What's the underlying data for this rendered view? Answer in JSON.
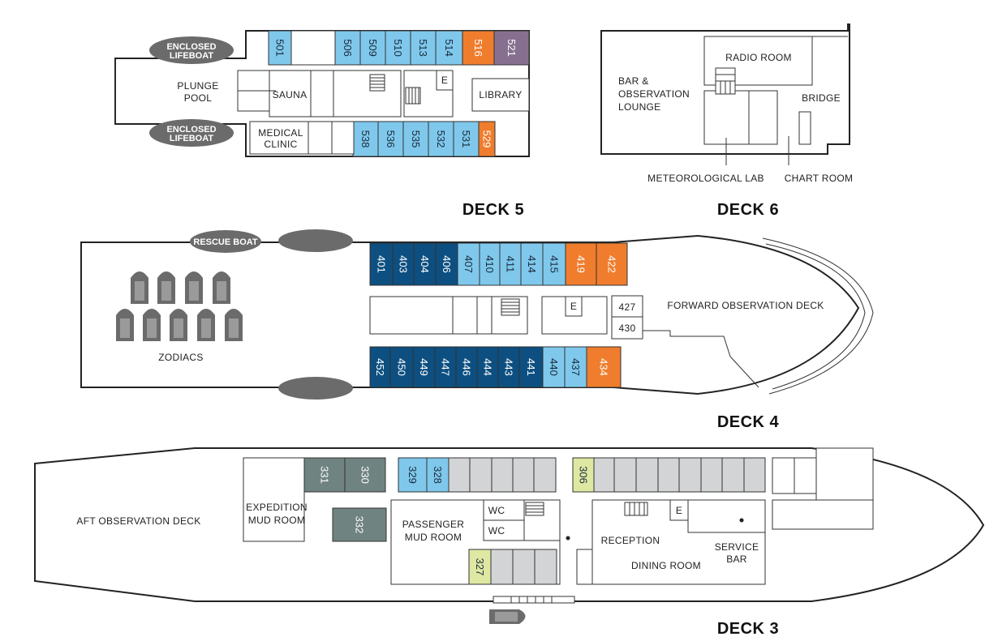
{
  "colors": {
    "light_blue": "#7fc8ec",
    "dark_blue": "#0d4f80",
    "orange": "#ef7d2d",
    "purple": "#87708f",
    "gray_green": "#6f8380",
    "yellow_green": "#dfe8a3",
    "gray": "#d3d4d6",
    "boat_gray": "#6b6b6b"
  },
  "deck5": {
    "title": "DECK 5",
    "lifeboat_top": "ENCLOSED\nLIFEBOAT",
    "lifeboat_bottom": "ENCLOSED\nLIFEBOAT",
    "plunge_pool": "PLUNGE\nPOOL",
    "sauna": "SAUNA",
    "medical": "MEDICAL\nCLINIC",
    "library": "LIBRARY",
    "elevator": "E",
    "top_cabins": [
      {
        "num": "501",
        "color": "light_blue"
      },
      {
        "num": "",
        "color": "white"
      },
      {
        "num": "506",
        "color": "light_blue"
      },
      {
        "num": "509",
        "color": "light_blue"
      },
      {
        "num": "510",
        "color": "light_blue"
      },
      {
        "num": "513",
        "color": "light_blue"
      },
      {
        "num": "514",
        "color": "light_blue"
      },
      {
        "num": "516",
        "color": "orange"
      },
      {
        "num": "521",
        "color": "purple"
      }
    ],
    "bottom_cabins": [
      {
        "num": "538",
        "color": "light_blue"
      },
      {
        "num": "536",
        "color": "light_blue"
      },
      {
        "num": "535",
        "color": "light_blue"
      },
      {
        "num": "532",
        "color": "light_blue"
      },
      {
        "num": "531",
        "color": "light_blue"
      },
      {
        "num": "529",
        "color": "orange"
      }
    ]
  },
  "deck6": {
    "title": "DECK 6",
    "bar": "BAR &\nOBSERVATION\nLOUNGE",
    "radio": "RADIO ROOM",
    "bridge": "BRIDGE",
    "met_lab": "METEOROLOGICAL LAB",
    "chart_room": "CHART ROOM"
  },
  "deck4": {
    "title": "DECK 4",
    "rescue_boat": "RESCUE BOAT",
    "zodiacs": "ZODIACS",
    "forward_deck": "FORWARD OBSERVATION DECK",
    "elevator": "E",
    "cabin_427": "427",
    "cabin_430": "430",
    "top_cabins": [
      {
        "num": "401",
        "color": "dark_blue"
      },
      {
        "num": "403",
        "color": "dark_blue"
      },
      {
        "num": "404",
        "color": "dark_blue"
      },
      {
        "num": "406",
        "color": "dark_blue"
      },
      {
        "num": "407",
        "color": "light_blue"
      },
      {
        "num": "410",
        "color": "light_blue"
      },
      {
        "num": "411",
        "color": "light_blue"
      },
      {
        "num": "414",
        "color": "light_blue"
      },
      {
        "num": "415",
        "color": "light_blue"
      },
      {
        "num": "419",
        "color": "orange"
      },
      {
        "num": "422",
        "color": "orange"
      }
    ],
    "bottom_cabins": [
      {
        "num": "452",
        "color": "dark_blue"
      },
      {
        "num": "450",
        "color": "dark_blue"
      },
      {
        "num": "449",
        "color": "dark_blue"
      },
      {
        "num": "447",
        "color": "dark_blue"
      },
      {
        "num": "446",
        "color": "dark_blue"
      },
      {
        "num": "444",
        "color": "dark_blue"
      },
      {
        "num": "443",
        "color": "dark_blue"
      },
      {
        "num": "441",
        "color": "dark_blue"
      },
      {
        "num": "440",
        "color": "light_blue"
      },
      {
        "num": "437",
        "color": "light_blue"
      },
      {
        "num": "434",
        "color": "orange"
      }
    ]
  },
  "deck3": {
    "title": "DECK 3",
    "aft_deck": "AFT OBSERVATION DECK",
    "expedition": "EXPEDITION\nMUD ROOM",
    "passenger": "PASSENGER\nMUD ROOM",
    "wc1": "WC",
    "wc2": "WC",
    "reception": "RECEPTION",
    "dining": "DINING ROOM",
    "service_bar": "SERVICE\nBAR",
    "elevator": "E",
    "cabin_331": "331",
    "cabin_330": "330",
    "cabin_332": "332",
    "cabin_329": "329",
    "cabin_328": "328",
    "cabin_306": "306",
    "cabin_327": "327"
  }
}
